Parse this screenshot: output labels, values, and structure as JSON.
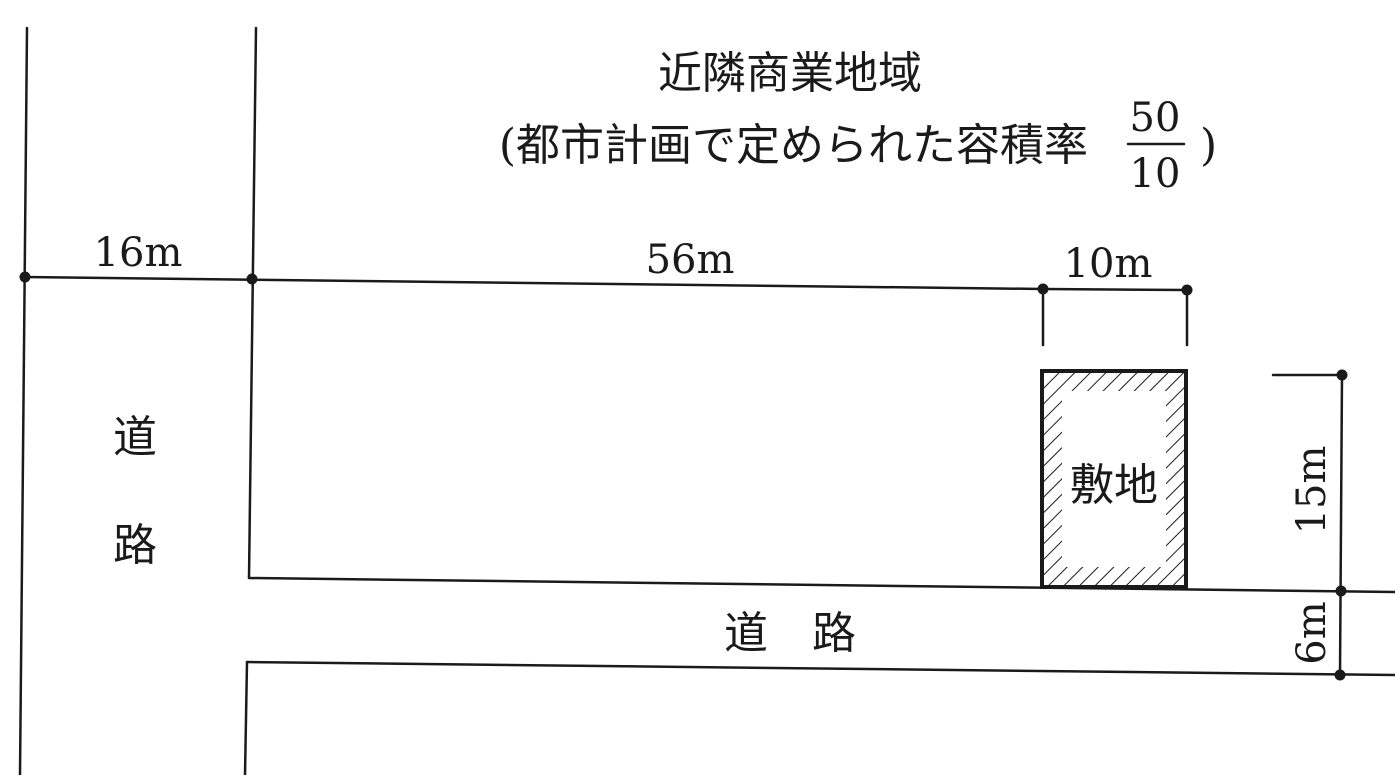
{
  "title": {
    "line1": "近隣商業地域",
    "line2_prefix": "(都市計画で定められた容積率",
    "ratio_numerator": "50",
    "ratio_denominator": "10",
    "line2_suffix": ")"
  },
  "dimensions": {
    "road_left_width": "16m",
    "distance_to_site": "56m",
    "site_width": "10m",
    "site_depth": "15m",
    "road_bottom_width": "6m"
  },
  "labels": {
    "road_left_char1": "道",
    "road_left_char2": "路",
    "road_bottom": "道　路",
    "site": "敷地"
  },
  "colors": {
    "line": "#1a1a1a",
    "background": "#ffffff"
  }
}
